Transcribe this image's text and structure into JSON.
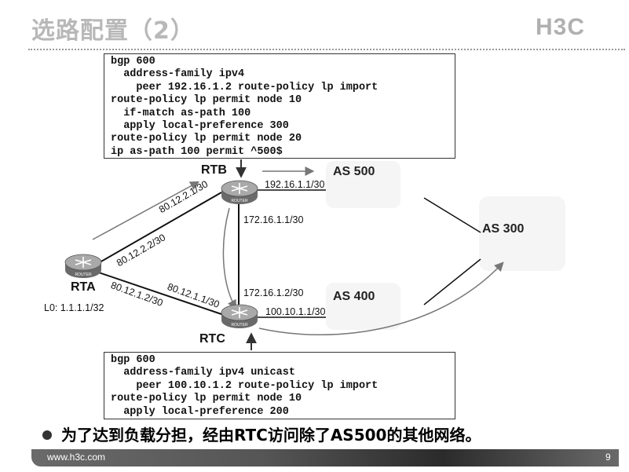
{
  "header": {
    "title": "选路配置（2）",
    "logo": "H3C"
  },
  "config_top": {
    "lines": [
      "bgp 600",
      "  address-family ipv4",
      "    peer 192.16.1.2 route-policy lp import",
      "route-policy lp permit node 10",
      "  if-match as-path 100",
      "  apply local-preference 300",
      "route-policy lp permit node 20",
      "ip as-path 100 permit ^500$"
    ]
  },
  "config_bottom": {
    "lines": [
      "bgp 600",
      "  address-family ipv4 unicast",
      "    peer 100.10.1.2 route-policy lp import",
      "route-policy lp permit node 10",
      "  apply local-preference 200"
    ]
  },
  "routers": {
    "rta": {
      "name": "RTA",
      "loopback": "L0: 1.1.1.1/32",
      "icon_label": "ROUTER"
    },
    "rtb": {
      "name": "RTB",
      "icon_label": "ROUTER"
    },
    "rtc": {
      "name": "RTC",
      "icon_label": "ROUTER"
    }
  },
  "as_labels": {
    "as500": "AS 500",
    "as400": "AS 400",
    "as300": "AS 300"
  },
  "ip_labels": {
    "rtb_rta": "80.12.2.1/30",
    "rta_rtb": "80.12.2.2/30",
    "rta_rtc": "80.12.1.2/30",
    "rtc_rta": "80.12.1.1/30",
    "rtb_rtc": "172.16.1.1/30",
    "rtc_rtb": "172.16.1.2/30",
    "rtb_as500": "192.16.1.1/30",
    "rtc_as400": "100.10.1.1/30"
  },
  "bullet": {
    "text": "为了达到负载分担，经由RTC访问除了AS500的其他网络。"
  },
  "footer": {
    "url": "www.h3c.com",
    "page": "9"
  },
  "colors": {
    "line": "#111111",
    "arrow": "#777777",
    "footer": "#555555"
  }
}
